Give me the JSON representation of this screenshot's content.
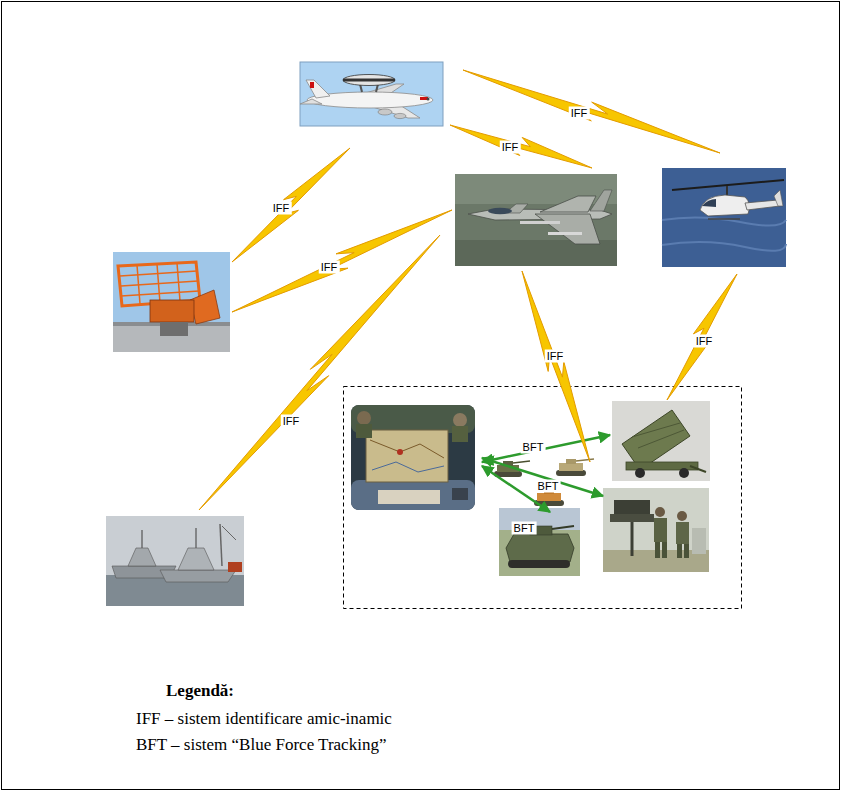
{
  "diagram": {
    "labels": [
      "IFF",
      "IFF",
      "IFF",
      "IFF",
      "IFF",
      "IFF",
      "IFF",
      "BFT",
      "BFT",
      "BFT",
      "Legendă:"
    ],
    "legend": [
      {
        "text": "IFF – sistem identificare amic-inamic"
      },
      {
        "text": "BFT – sistem “Blue Force Tracking”"
      }
    ]
  }
}
